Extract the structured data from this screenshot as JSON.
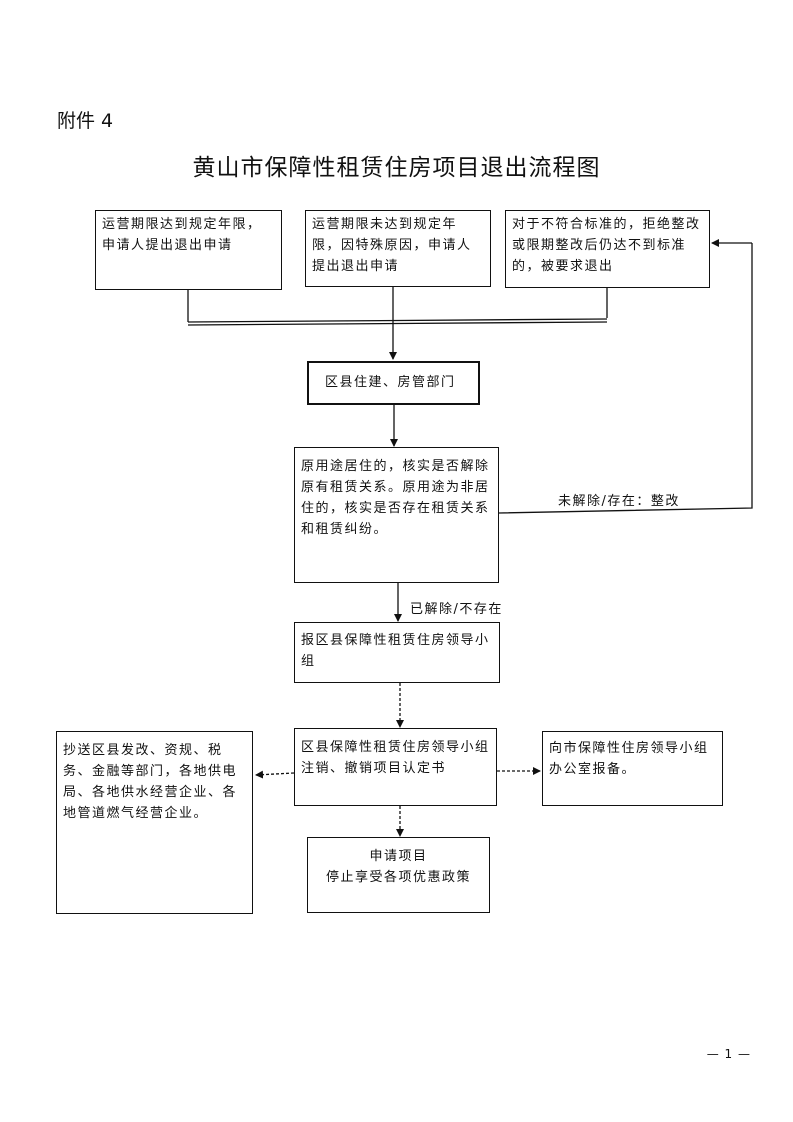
{
  "attachment": "附件 4",
  "title": "黄山市保障性租赁住房项目退出流程图",
  "boxes": {
    "top_left": "运营期限达到规定年限，申请人提出退出申请",
    "top_mid": "运营期限未达到规定年限，因特殊原因，申请人提出退出申请",
    "top_right": "对于不符合标准的，拒绝整改或限期整改后仍达不到标准的，被要求退出",
    "county_dept": "区县住建、房管部门",
    "verify": "原用途居住的，核实是否解除原有租赁关系。原用途为非居住的，核实是否存在租赁关系和租赁纠纷。",
    "report": "报区县保障性租赁住房领导小组",
    "cancel": "区县保障性租赁住房领导小组注销、撤销项目认定书",
    "copy_to": "抄送区县发改、资规、税务、金融等部门，各地供电局、各地供水经营企业、各地管道燃气经营企业。",
    "city_report": "向市保障性住房领导小组办公室报备。",
    "stop_line1": "申请项目",
    "stop_line2": "停止享受各项优惠政策"
  },
  "labels": {
    "not_resolved": "未解除/存在：整改",
    "resolved": "已解除/不存在"
  },
  "page_number": "— 1 —"
}
